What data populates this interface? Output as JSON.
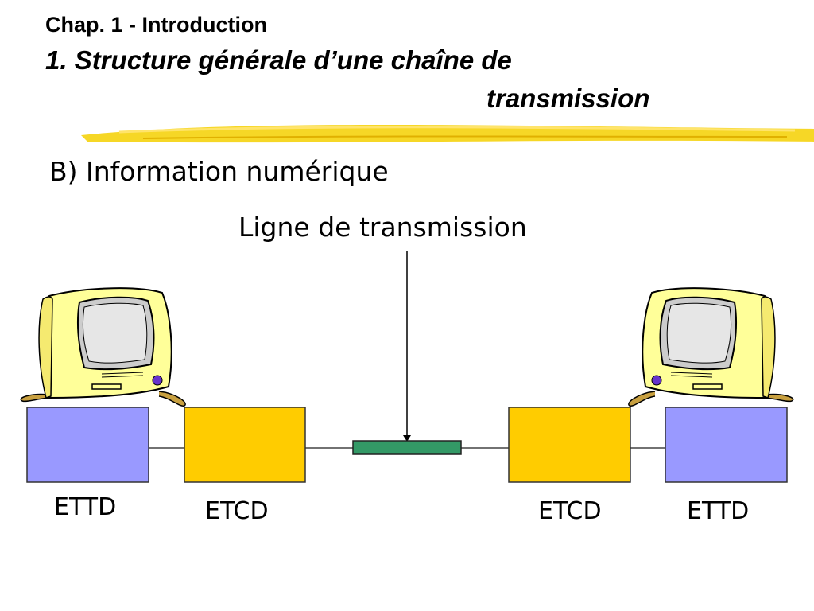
{
  "header": {
    "chapter": "Chap. 1 - Introduction",
    "title_line1": "1. Structure générale d’une chaîne de",
    "title_line2": "transmission"
  },
  "section": {
    "subtitle": "B) Information numérique"
  },
  "diagram": {
    "line_label": "Ligne de transmission",
    "labels": {
      "ettd_left": "ETTD",
      "etcd_left": "ETCD",
      "etcd_right": "ETCD",
      "ettd_right": "ETTD"
    },
    "colors": {
      "ettd": "#9999ff",
      "etcd": "#ffcc00",
      "line_segment": "#339966",
      "monitor_body": "#ffff99",
      "monitor_screen": "#e0e0e0",
      "underline": "#f0c000"
    }
  }
}
